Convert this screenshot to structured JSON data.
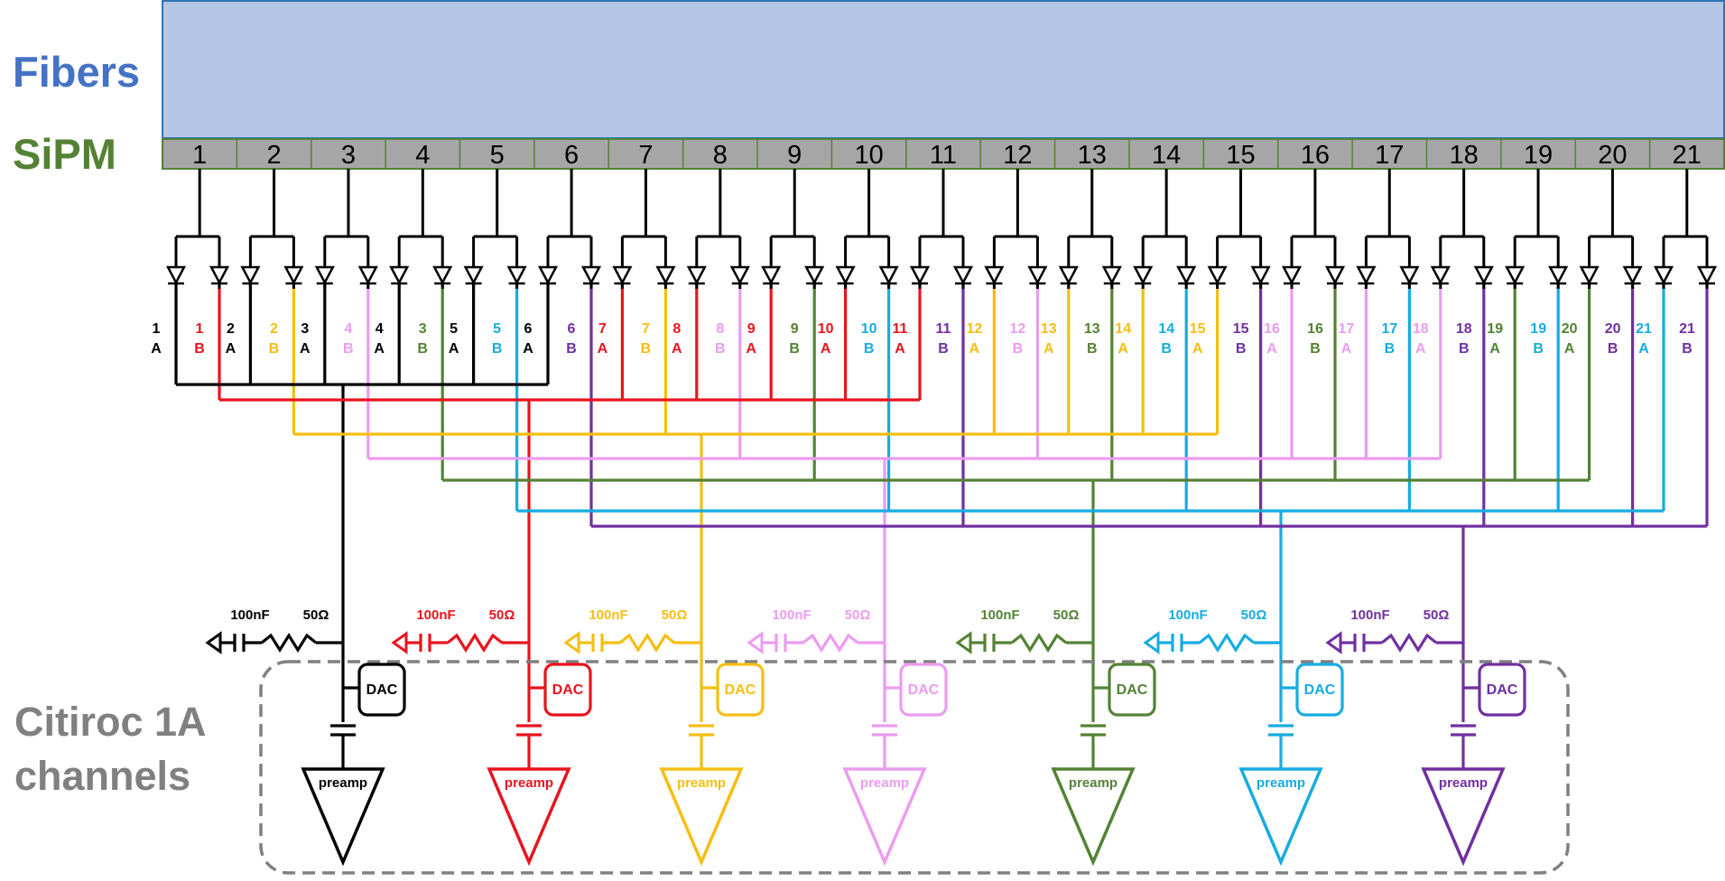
{
  "labels": {
    "fibers": "Fibers",
    "sipm": "SiPM",
    "citiroc_line1": "Citiroc 1A",
    "citiroc_line2": "channels"
  },
  "colors": {
    "black": "#000000",
    "red": "#e8141e",
    "yellow": "#f5be12",
    "pink": "#eb9cf0",
    "green": "#548235",
    "cyan": "#16ace0",
    "purple": "#7030a0",
    "fiber_fill": "#b4c7e7",
    "fiber_border": "#2e75b6",
    "sipm_fill": "#a6a6a6",
    "sipm_border": "#548235",
    "box_border": "#808080"
  },
  "sipm_numbers": [
    "1",
    "2",
    "3",
    "4",
    "5",
    "6",
    "7",
    "8",
    "9",
    "10",
    "11",
    "12",
    "13",
    "14",
    "15",
    "16",
    "17",
    "18",
    "19",
    "20",
    "21"
  ],
  "outputs": [
    {
      "num": "1",
      "side": "A",
      "color": "black"
    },
    {
      "num": "1",
      "side": "B",
      "color": "red"
    },
    {
      "num": "2",
      "side": "A",
      "color": "black"
    },
    {
      "num": "2",
      "side": "B",
      "color": "yellow"
    },
    {
      "num": "3",
      "side": "A",
      "color": "black"
    },
    {
      "num": "4",
      "side": "B",
      "color": "pink"
    },
    {
      "num": "4",
      "side": "A",
      "color": "black"
    },
    {
      "num": "3",
      "side": "B",
      "color": "green"
    },
    {
      "num": "5",
      "side": "A",
      "color": "black"
    },
    {
      "num": "5",
      "side": "B",
      "color": "cyan"
    },
    {
      "num": "6",
      "side": "A",
      "color": "black"
    },
    {
      "num": "6",
      "side": "B",
      "color": "purple"
    },
    {
      "num": "7",
      "side": "A",
      "color": "red"
    },
    {
      "num": "7",
      "side": "B",
      "color": "yellow"
    },
    {
      "num": "8",
      "side": "A",
      "color": "red"
    },
    {
      "num": "8",
      "side": "B",
      "color": "pink"
    },
    {
      "num": "9",
      "side": "A",
      "color": "red"
    },
    {
      "num": "9",
      "side": "B",
      "color": "green"
    },
    {
      "num": "10",
      "side": "A",
      "color": "red"
    },
    {
      "num": "10",
      "side": "B",
      "color": "cyan"
    },
    {
      "num": "11",
      "side": "A",
      "color": "red"
    },
    {
      "num": "11",
      "side": "B",
      "color": "purple"
    },
    {
      "num": "12",
      "side": "A",
      "color": "yellow"
    },
    {
      "num": "12",
      "side": "B",
      "color": "pink"
    },
    {
      "num": "13",
      "side": "A",
      "color": "yellow"
    },
    {
      "num": "13",
      "side": "B",
      "color": "green"
    },
    {
      "num": "14",
      "side": "A",
      "color": "yellow"
    },
    {
      "num": "14",
      "side": "B",
      "color": "cyan"
    },
    {
      "num": "15",
      "side": "A",
      "color": "yellow"
    },
    {
      "num": "15",
      "side": "B",
      "color": "purple"
    },
    {
      "num": "16",
      "side": "A",
      "color": "pink"
    },
    {
      "num": "16",
      "side": "B",
      "color": "green"
    },
    {
      "num": "17",
      "side": "A",
      "color": "pink"
    },
    {
      "num": "17",
      "side": "B",
      "color": "cyan"
    },
    {
      "num": "18",
      "side": "A",
      "color": "pink"
    },
    {
      "num": "18",
      "side": "B",
      "color": "purple"
    },
    {
      "num": "19",
      "side": "A",
      "color": "green"
    },
    {
      "num": "19",
      "side": "B",
      "color": "cyan"
    },
    {
      "num": "20",
      "side": "A",
      "color": "green"
    },
    {
      "num": "20",
      "side": "B",
      "color": "purple"
    },
    {
      "num": "21",
      "side": "A",
      "color": "cyan"
    },
    {
      "num": "21",
      "side": "B",
      "color": "purple"
    }
  ],
  "channels": [
    {
      "color": "black",
      "cap_label": "100nF",
      "res_label": "50Ω",
      "dac_label": "DAC",
      "preamp_label": "preamp"
    },
    {
      "color": "red",
      "cap_label": "100nF",
      "res_label": "50Ω",
      "dac_label": "DAC",
      "preamp_label": "preamp"
    },
    {
      "color": "yellow",
      "cap_label": "100nF",
      "res_label": "50Ω",
      "dac_label": "DAC",
      "preamp_label": "preamp"
    },
    {
      "color": "pink",
      "cap_label": "100nF",
      "res_label": "50Ω",
      "dac_label": "DAC",
      "preamp_label": "preamp"
    },
    {
      "color": "green",
      "cap_label": "100nF",
      "res_label": "50Ω",
      "dac_label": "DAC",
      "preamp_label": "preamp"
    },
    {
      "color": "cyan",
      "cap_label": "100nF",
      "res_label": "50Ω",
      "dac_label": "DAC",
      "preamp_label": "preamp"
    },
    {
      "color": "purple",
      "cap_label": "100nF",
      "res_label": "50Ω",
      "dac_label": "DAC",
      "preamp_label": "preamp"
    }
  ]
}
